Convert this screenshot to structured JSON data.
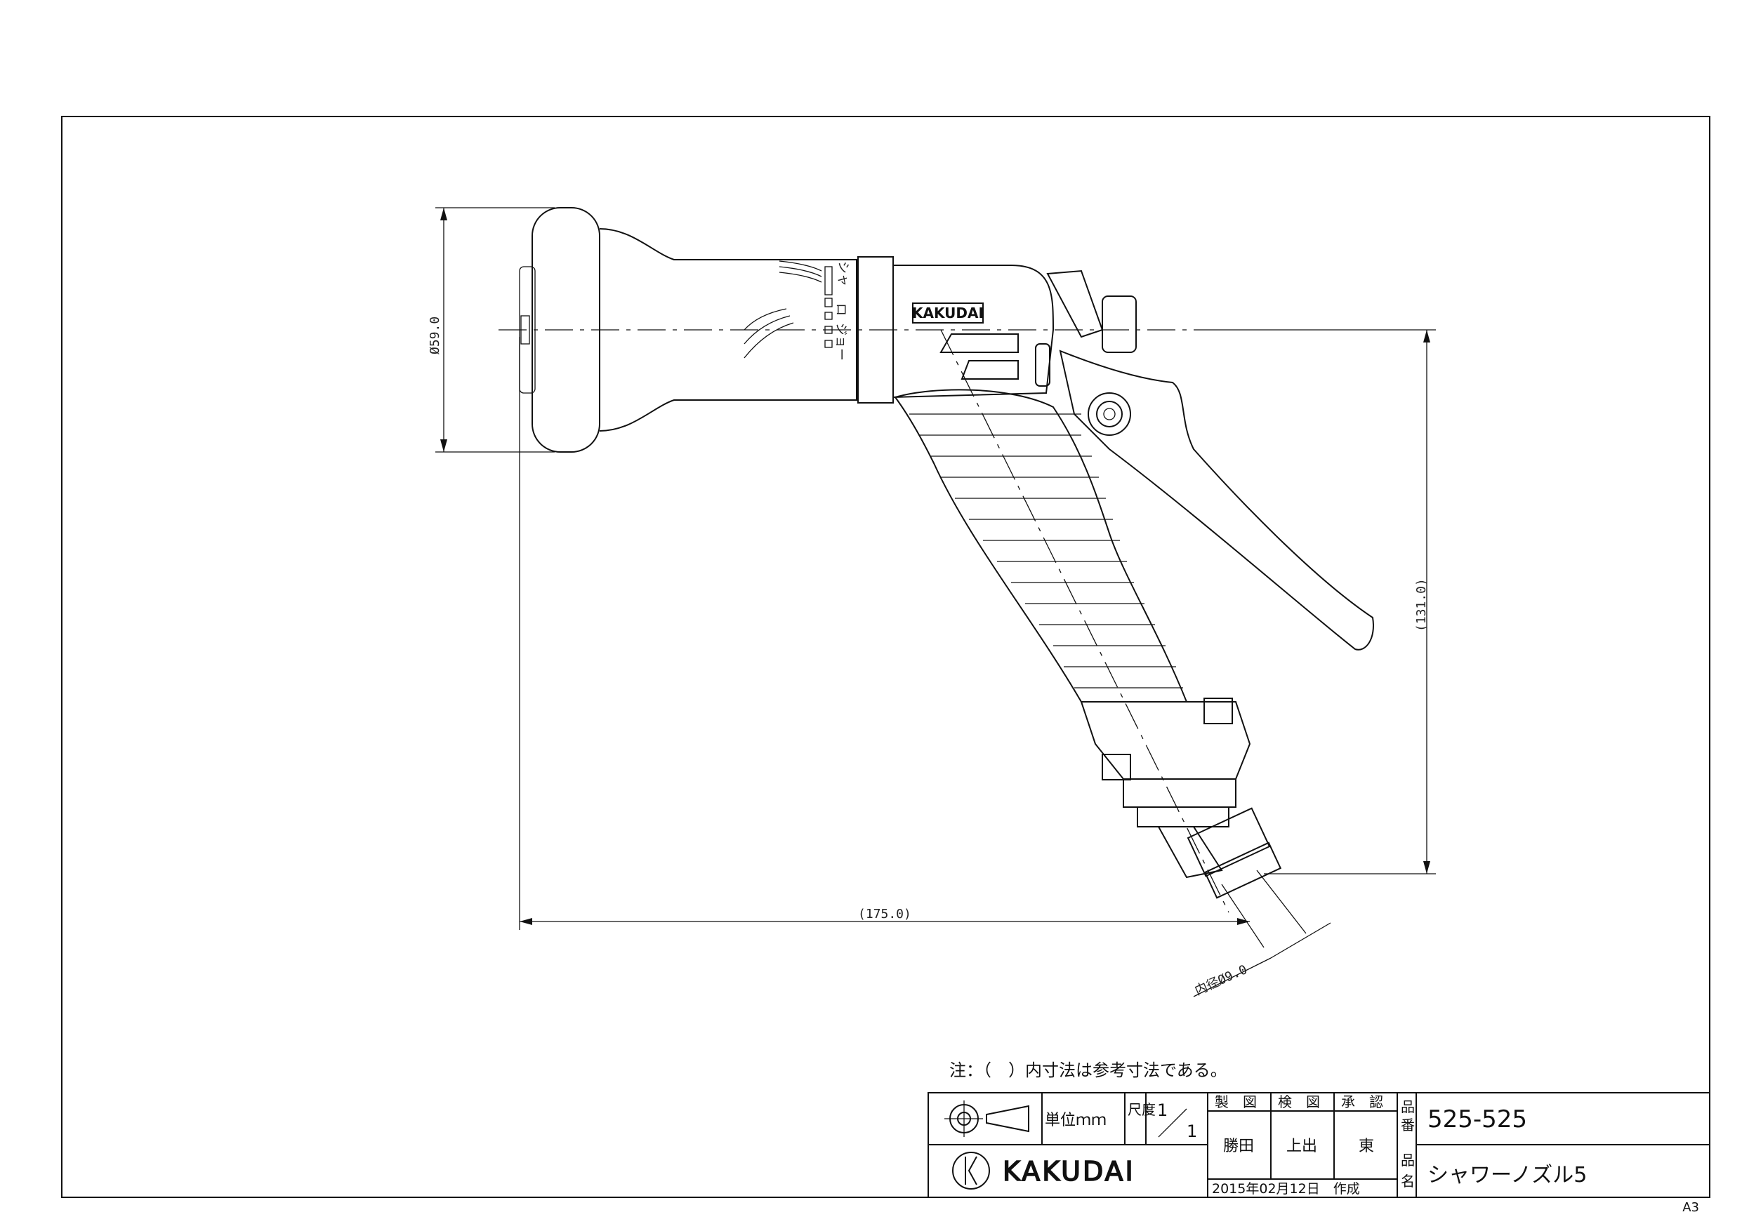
{
  "drawing": {
    "dim_diameter": "Ø59.0",
    "dim_height": "(131.0)",
    "dim_length": "(175.0)",
    "dim_inner": "内径Ø9.0",
    "brand_on_body": "KAKUDAI",
    "dial_mark_a": "シャ",
    "dial_mark_b": "ロ",
    "dial_mark_c": "ジョー",
    "sheet_size": "A3"
  },
  "note": "注：（　）内寸法は参考寸法である。",
  "title_block": {
    "unit_label": "単位ｍｍ",
    "scale_label": "尺度",
    "scale_num": "1",
    "scale_den": "1",
    "col_drawn": "製　図",
    "col_checked": "検　図",
    "col_approved": "承　認",
    "name_drawn": "勝田",
    "name_checked": "上出",
    "name_approved": "東",
    "part_no_label": "品番",
    "part_no": "525-525",
    "part_name_label": "品名",
    "part_name": "シャワーノズル5",
    "date": "2015年02月12日　作成",
    "logo_text": "KAKUDAI"
  }
}
